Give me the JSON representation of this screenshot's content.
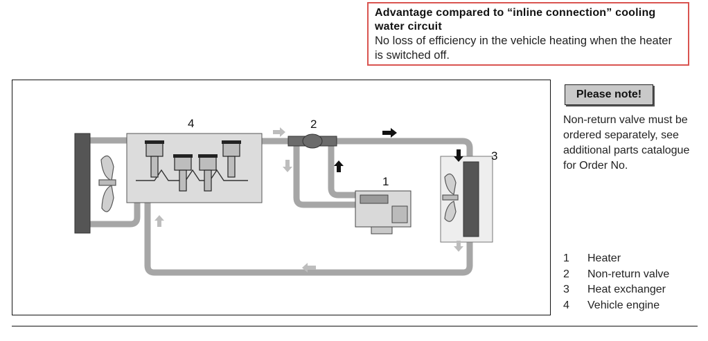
{
  "advantage_box": {
    "title": "Advantage compared to “inline connection” cooling water circuit",
    "text": "No loss of efficiency in the vehicle heating when the heater is switched off."
  },
  "note": {
    "badge": "Please note!",
    "text": "Non-return valve must be ordered separately, see additional parts catalogue for Order No."
  },
  "legend": [
    {
      "num": "1",
      "label": "Heater"
    },
    {
      "num": "2",
      "label": "Non-return valve"
    },
    {
      "num": "3",
      "label": "Heat exchanger"
    },
    {
      "num": "4",
      "label": "Vehicle engine"
    }
  ],
  "diagram_labels": {
    "heater": "1",
    "valve": "2",
    "heat_exchanger": "3",
    "engine": "4"
  },
  "colors": {
    "pipe": "#a6a6a6",
    "box_border": "#d9534f",
    "engine_fill": "#dcdcdc",
    "radiator": "#555555"
  }
}
